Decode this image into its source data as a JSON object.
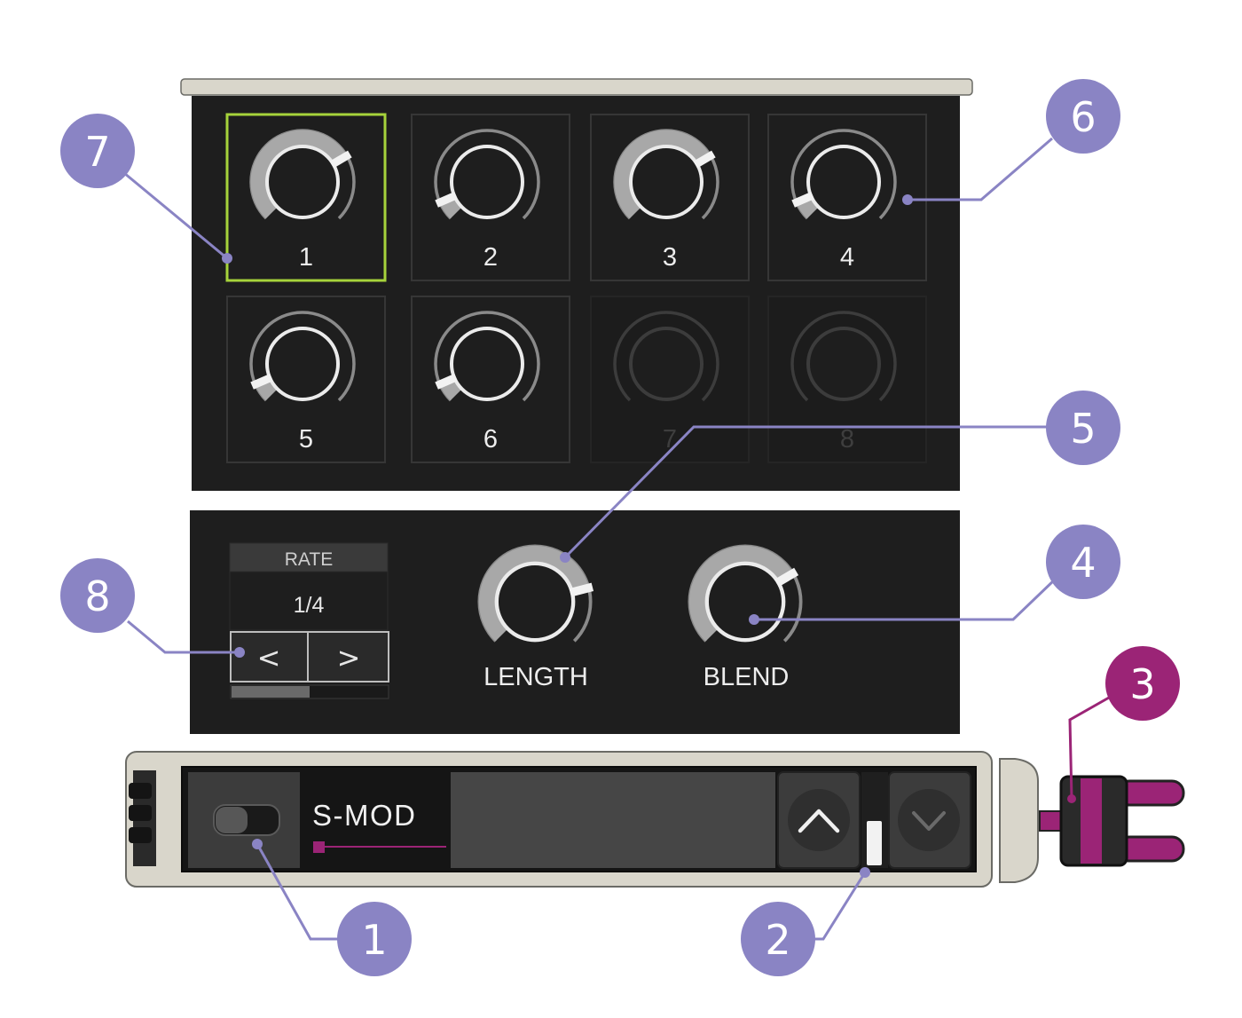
{
  "macros": {
    "knobs": [
      {
        "label": "1",
        "value": 0.72,
        "enabled": true,
        "selected": true
      },
      {
        "label": "2",
        "value": 0.08,
        "enabled": true,
        "selected": false
      },
      {
        "label": "3",
        "value": 0.72,
        "enabled": true,
        "selected": false
      },
      {
        "label": "4",
        "value": 0.08,
        "enabled": true,
        "selected": false
      },
      {
        "label": "5",
        "value": 0.08,
        "enabled": true,
        "selected": false
      },
      {
        "label": "6",
        "value": 0.08,
        "enabled": true,
        "selected": false
      },
      {
        "label": "7",
        "value": 0.0,
        "enabled": false,
        "selected": false
      },
      {
        "label": "8",
        "value": 0.0,
        "enabled": false,
        "selected": false
      }
    ]
  },
  "settings": {
    "rate": {
      "title": "RATE",
      "value": "1/4",
      "prev_glyph": "<",
      "next_glyph": ">",
      "progress": 0.5
    },
    "length": {
      "label": "LENGTH",
      "value": 0.78
    },
    "blend": {
      "label": "BLEND",
      "value": 0.72
    }
  },
  "module": {
    "name": "S-MOD",
    "active": false
  },
  "callouts": [
    {
      "number": "1",
      "color": "#8A84C4"
    },
    {
      "number": "2",
      "color": "#8A84C4"
    },
    {
      "number": "3",
      "color": "#9B2476"
    },
    {
      "number": "4",
      "color": "#8A84C4"
    },
    {
      "number": "5",
      "color": "#8A84C4"
    },
    {
      "number": "6",
      "color": "#8A84C4"
    },
    {
      "number": "7",
      "color": "#8A84C4"
    },
    {
      "number": "8",
      "color": "#8A84C4"
    }
  ],
  "colors": {
    "panel": "#1E1E1E",
    "frame": "#D9D6CB",
    "selected_outline": "#A6D33B",
    "callout_line": "#8A84C4",
    "mod_accent": "#9B2476"
  }
}
